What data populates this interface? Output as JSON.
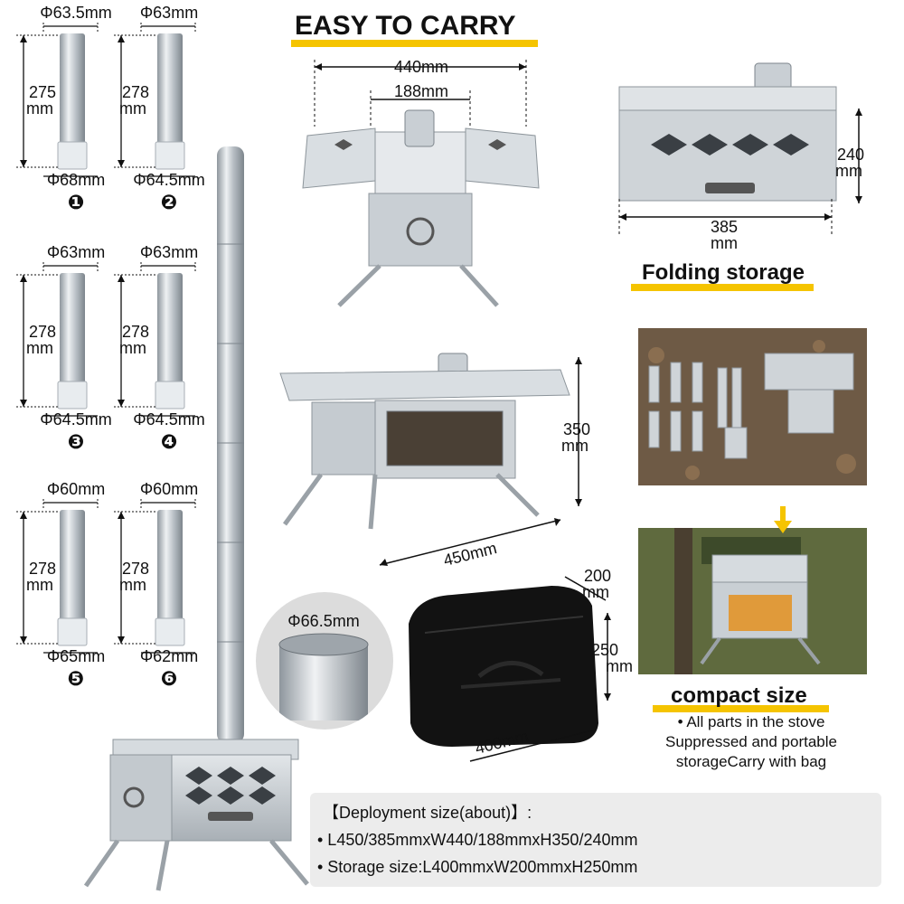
{
  "colors": {
    "accent_yellow": "#f5c400",
    "steel": "#c9cfd4",
    "bag": "#121212",
    "panel_bg": "#ececec"
  },
  "pipes": [
    {
      "id": 1,
      "top_d": "Φ63.5mm",
      "len": "275",
      "unit": "mm",
      "bottom_d": "Φ68mm",
      "badge": "❶"
    },
    {
      "id": 2,
      "top_d": "Φ63mm",
      "len": "278",
      "unit": "mm",
      "bottom_d": "Φ64.5mm",
      "badge": "❷"
    },
    {
      "id": 3,
      "top_d": "Φ63mm",
      "len": "278",
      "unit": "mm",
      "bottom_d": "Φ64.5mm",
      "badge": "❸"
    },
    {
      "id": 4,
      "top_d": "Φ63mm",
      "len": "278",
      "unit": "mm",
      "bottom_d": "Φ64.5mm",
      "badge": "❹"
    },
    {
      "id": 5,
      "top_d": "Φ60mm",
      "len": "278",
      "unit": "mm",
      "bottom_d": "Φ65mm",
      "badge": "❺"
    },
    {
      "id": 6,
      "top_d": "Φ60mm",
      "len": "278",
      "unit": "mm",
      "bottom_d": "Φ62mm",
      "badge": "❻"
    }
  ],
  "easy_to_carry": {
    "title": "EASY TO CARRY",
    "width_outer": "440mm",
    "width_inner": "188mm"
  },
  "folding": {
    "title": "Folding storage",
    "height_value": "240",
    "height_unit": "mm",
    "length_value": "385",
    "length_unit": "mm"
  },
  "deployed": {
    "height_value": "350",
    "height_unit": "mm",
    "length": "450mm"
  },
  "collar": {
    "diameter": "Φ66.5mm"
  },
  "bag": {
    "depth_value": "200",
    "depth_unit": "mm",
    "height_value": "250",
    "height_unit": "mm",
    "length": "400mm"
  },
  "compact": {
    "title": "compact size",
    "bullet": "• All parts in the stove",
    "line2": "Suppressed and portable",
    "line3": "storageCarry with bag"
  },
  "specs": {
    "heading": "【Deployment size(about)】:",
    "deploy": "• L450/385mmxW440/188mmxH350/240mm",
    "storage": "• Storage size:L400mmxW200mmxH250mm"
  }
}
